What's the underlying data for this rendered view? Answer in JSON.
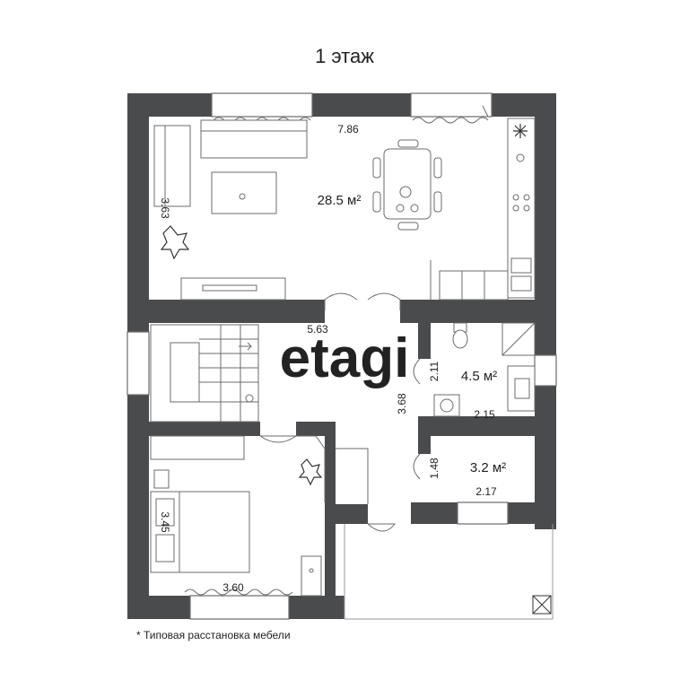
{
  "title": "1 этаж",
  "footnote": "* Типовая расстановка мебели",
  "watermark": "etagi",
  "colors": {
    "wall": "#4a4b4d",
    "line": "#6b6b6b",
    "text": "#222222"
  },
  "rooms": {
    "living": {
      "area": "28.5 м²",
      "width": "7.86",
      "depth": "3.63"
    },
    "hall": {
      "width": "5.63",
      "depth": "3.68"
    },
    "bathroom": {
      "area": "4.5 м²",
      "width": "2.15",
      "depth": "2.11"
    },
    "storage": {
      "area": "3.2 м²",
      "width": "2.17",
      "depth": "1.48"
    },
    "bedroom": {
      "width": "3.60",
      "depth": "3.45"
    }
  },
  "icons": [
    "snowflake-icon",
    "plant-icon",
    "window-icon",
    "door-icon"
  ]
}
